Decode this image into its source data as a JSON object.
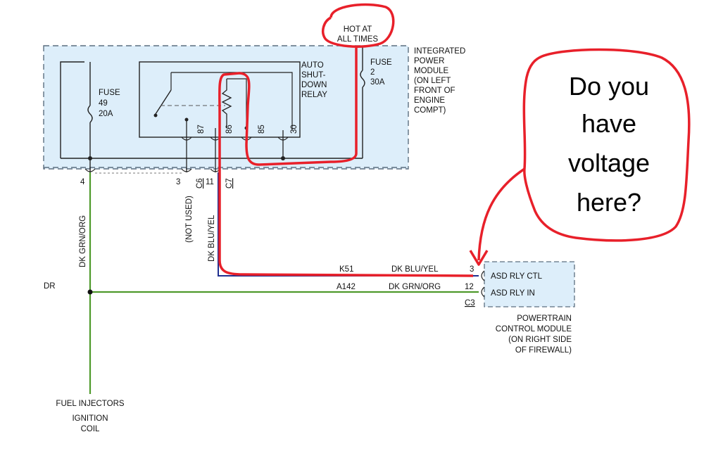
{
  "callout": {
    "hot_at_all_times": [
      "HOT AT",
      "ALL TIMES"
    ],
    "question": [
      "Do you",
      "have",
      "voltage",
      "here?"
    ]
  },
  "ipm": {
    "label": [
      "INTEGRATED",
      "POWER",
      "MODULE",
      "(ON LEFT",
      "FRONT OF",
      "ENGINE",
      "COMPT)"
    ],
    "fuse49": [
      "FUSE",
      "49",
      "20A"
    ],
    "fuse2": [
      "FUSE",
      "2",
      "30A"
    ],
    "relay": [
      "AUTO",
      "SHUT-",
      "DOWN",
      "RELAY"
    ],
    "relay_pins": [
      "87",
      "86",
      "85",
      "30"
    ]
  },
  "connectors": {
    "pin4": "4",
    "pin3": "3",
    "c6": "C6",
    "pin11": "11",
    "c7": "C7",
    "not_used": "(NOT USED)",
    "wire_dk_grn_org_vert": "DK GRN/ORG",
    "wire_dk_blu_yel_vert": "DK BLU/YEL",
    "left_fragment": "DR"
  },
  "circuits": {
    "k51": "K51",
    "k51_color": "DK BLU/YEL",
    "a142": "A142",
    "a142_color": "DK GRN/ORG",
    "pin3": "3",
    "pin12": "12",
    "c3": "C3"
  },
  "pcm": {
    "asd_rly_ctl": "ASD RLY CTL",
    "asd_rly_in": "ASD RLY IN",
    "label": [
      "POWERTRAIN",
      "CONTROL MODULE",
      "(ON RIGHT SIDE",
      "OF FIREWALL)"
    ]
  },
  "loads": {
    "fuel_injectors": "FUEL INJECTORS",
    "ignition_coil": [
      "IGNITION",
      "COIL"
    ]
  },
  "colors": {
    "module_fill": "#ddeefa",
    "module_border": "#5c6f80",
    "green_wire": "#4f9a2c",
    "blue_wire": "#1f2f8f",
    "annotation_red": "#e8202a"
  }
}
